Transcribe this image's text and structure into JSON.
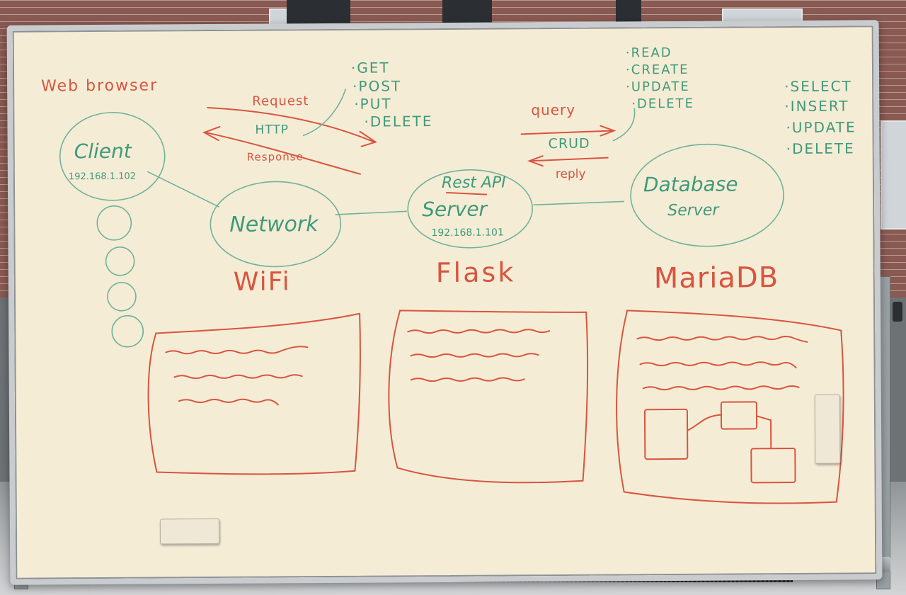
{
  "board": {
    "web_browser": "Web browser",
    "client": "Client",
    "client_ip": "192.168.1.102",
    "network": "Network",
    "request": "Request",
    "http": "HTTP",
    "response": "Response",
    "http_methods": [
      "·GET",
      "·POST",
      "·PUT",
      "·DELETE"
    ],
    "rest_api": "Rest API",
    "server": "Server",
    "server_ip": "192.168.1.101",
    "query": "query",
    "crud": "CRUD",
    "reply": "reply",
    "crud_ops": [
      "·READ",
      "·CREATE",
      "·UPDATE",
      "·DELETE"
    ],
    "database_server_line1": "Database",
    "database_server_line2": "Server",
    "sql_ops": [
      "·SELECT",
      "·INSERT",
      "·UPDATE",
      "·DELETE"
    ],
    "wifi": "WiFi",
    "flask": "Flask",
    "mariadb": "MariaDB"
  },
  "colors": {
    "marker_red": "#d8553f",
    "marker_green": "#3f9a7a",
    "board": "#f5ecd6"
  }
}
